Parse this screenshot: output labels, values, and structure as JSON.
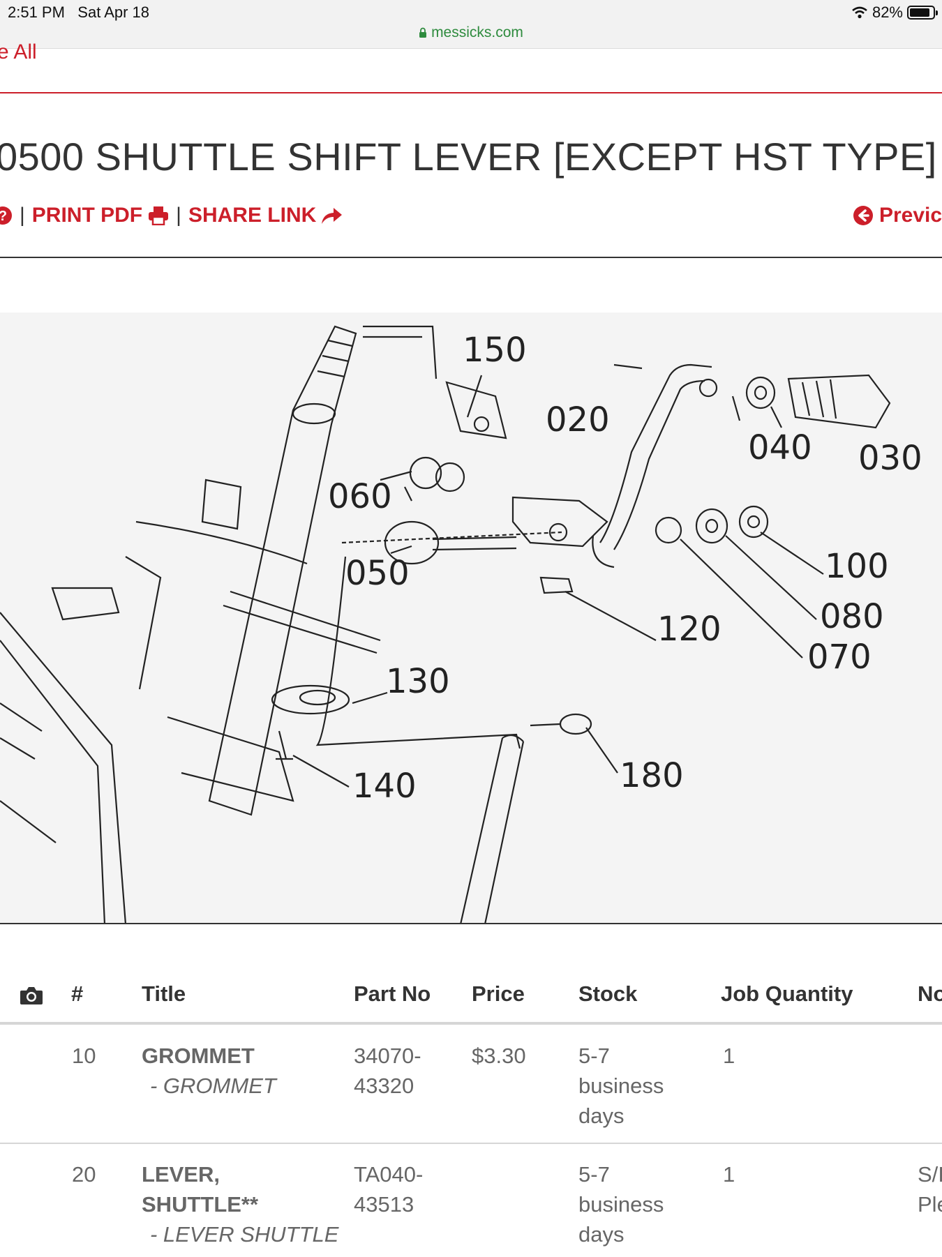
{
  "status_bar": {
    "time": "2:51 PM",
    "date": "Sat Apr 18",
    "battery": "82%",
    "battery_level": 0.82
  },
  "browser": {
    "url": "messicks.com"
  },
  "nav": {
    "see_all": "e All"
  },
  "page": {
    "title": "0500 SHUTTLE SHIFT LEVER [EXCEPT HST TYPE]"
  },
  "actions": {
    "print_pdf": "PRINT PDF",
    "share_link": "SHARE LINK",
    "previous": "Previc",
    "separator": "|"
  },
  "diagram": {
    "callouts": [
      "150",
      "020",
      "040",
      "030",
      "060",
      "050",
      "100",
      "080",
      "120",
      "070",
      "130",
      "180",
      "140"
    ]
  },
  "table": {
    "headers": {
      "hash": "#",
      "title": "Title",
      "part_no": "Part No",
      "price": "Price",
      "stock": "Stock",
      "job_quantity": "Job Quantity",
      "notes": "No"
    },
    "rows": [
      {
        "num": "10",
        "title": "GROMMET",
        "subtitle": "- GROMMET",
        "part_no_1": "34070-",
        "part_no_2": "43320",
        "price": "$3.30",
        "stock_1": "5-7",
        "stock_2": "business",
        "stock_3": "days",
        "qty": "1",
        "notes_1": "",
        "notes_2": ""
      },
      {
        "num": "20",
        "title_1": "LEVER,",
        "title_2": "SHUTTLE**",
        "subtitle": "- LEVER SHUTTLE",
        "part_no_1": "TA040-",
        "part_no_2": "43513",
        "price": "",
        "stock_1": "5-7",
        "stock_2": "business",
        "stock_3": "days",
        "qty": "1",
        "notes_1": "S/I",
        "notes_2": "Ple"
      }
    ]
  }
}
